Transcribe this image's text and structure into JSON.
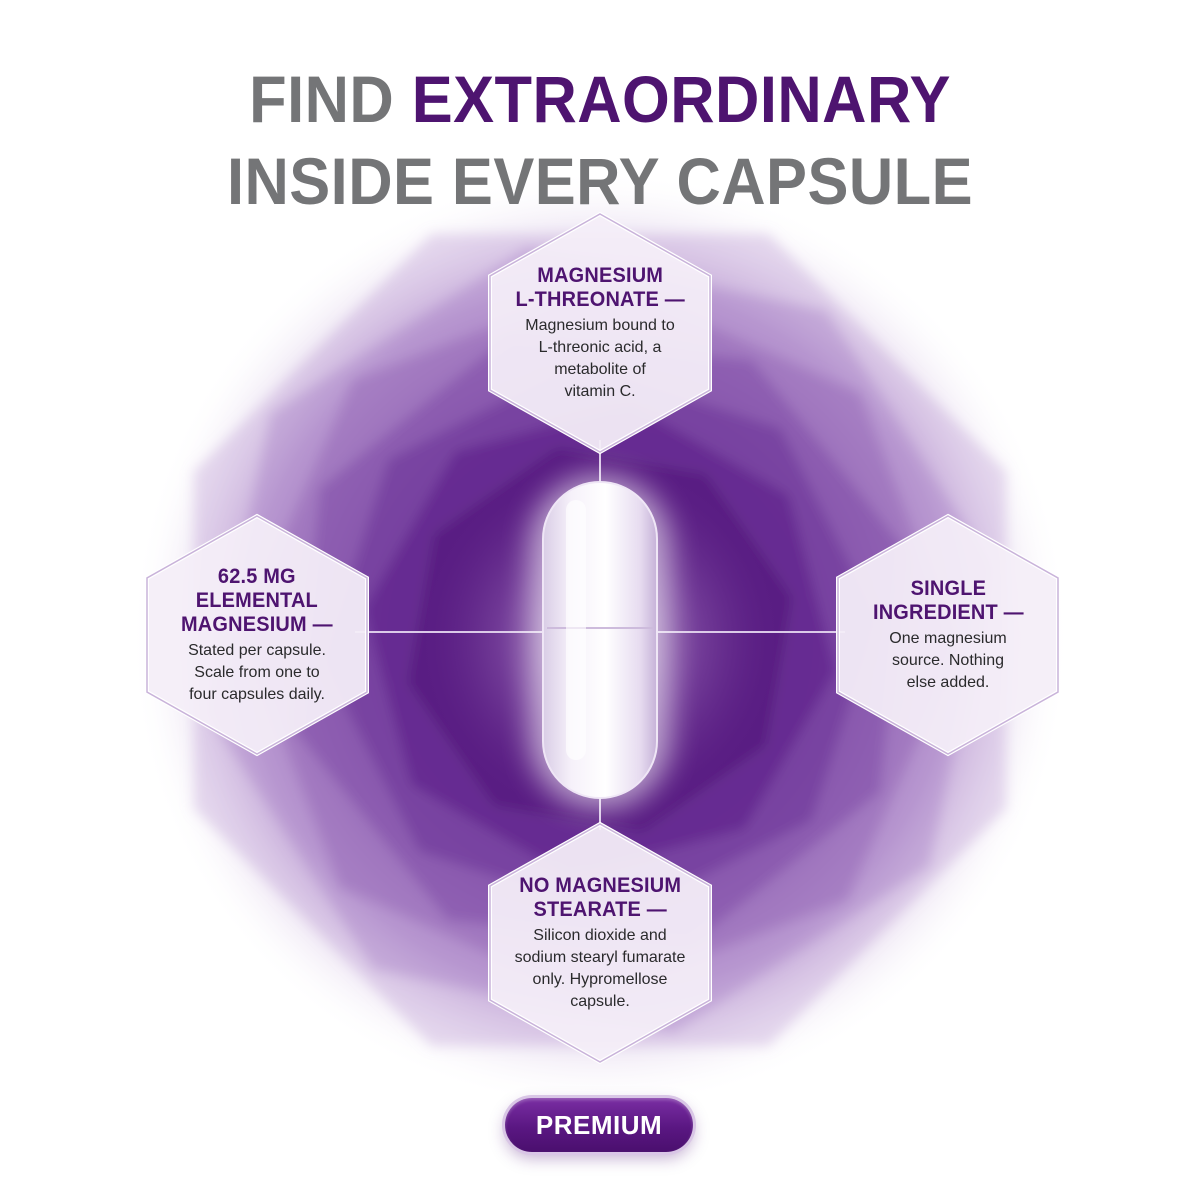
{
  "headline": {
    "line1_prefix": "FIND ",
    "line1_accent": "EXTRAORDINARY",
    "line2": "INSIDE EVERY CAPSULE"
  },
  "features": [
    {
      "id": "top",
      "title_lines": [
        "MAGNESIUM",
        "L-THREONATE —"
      ],
      "desc_lines": [
        "Magnesium bound to",
        "L-threonic acid, a",
        "metabolite of",
        "vitamin C."
      ]
    },
    {
      "id": "left",
      "title_lines": [
        "62.5 MG",
        "ELEMENTAL",
        "MAGNESIUM —"
      ],
      "desc_lines": [
        "Stated per capsule.",
        "Scale from one to",
        "four capsules daily."
      ]
    },
    {
      "id": "right",
      "title_lines": [
        "SINGLE",
        "INGREDIENT —"
      ],
      "desc_lines": [
        "One magnesium",
        "source. Nothing",
        "else added."
      ]
    },
    {
      "id": "bottom",
      "title_lines": [
        "NO MAGNESIUM",
        "STEARATE —"
      ],
      "desc_lines": [
        "Silicon dioxide and",
        "sodium stearyl fumarate",
        "only. Hypromellose",
        "capsule."
      ]
    }
  ],
  "badge": {
    "label": "PREMIUM"
  },
  "colors": {
    "accent_purple": "#4e1470",
    "headline_gray": "#747577",
    "glow_purple": "#6a2a90"
  },
  "icons": {
    "center_graphic": "capsule-icon"
  }
}
